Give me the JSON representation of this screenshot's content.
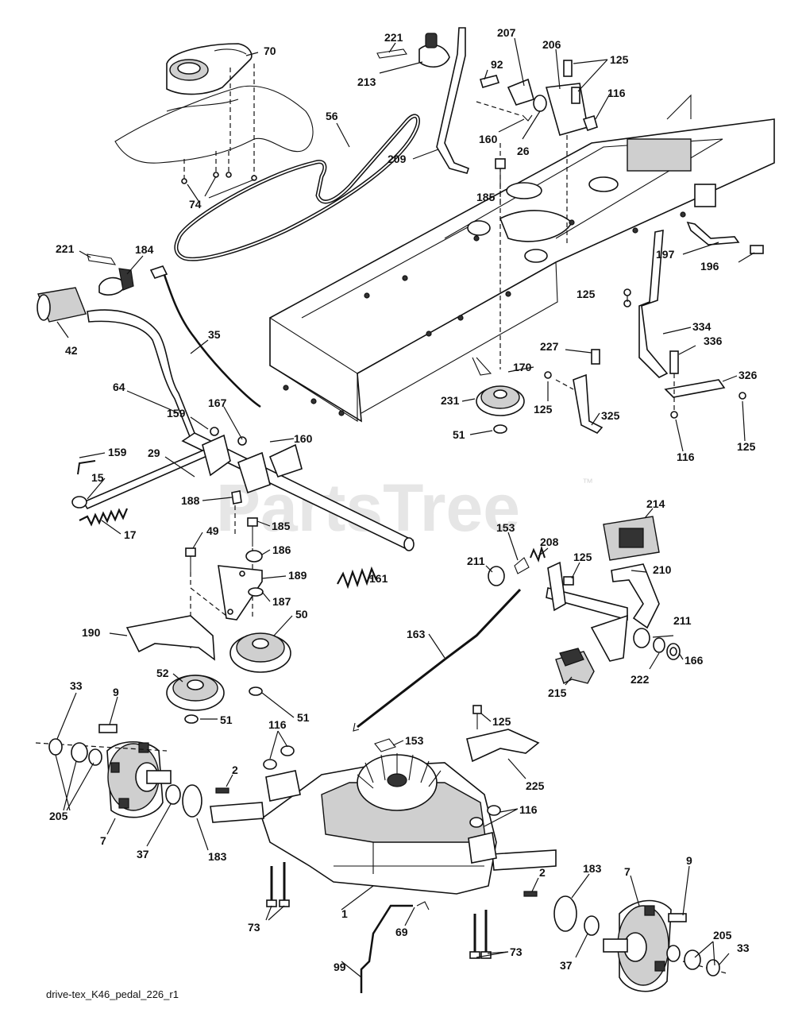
{
  "diagram": {
    "watermark": "PartsTree",
    "watermark_tm": "™",
    "footer": "drive-tex_K46_pedal_226_r1",
    "labels": [
      "70",
      "221",
      "213",
      "207",
      "92",
      "206",
      "125",
      "116",
      "56",
      "74",
      "160",
      "26",
      "209",
      "185",
      "197",
      "196",
      "221",
      "184",
      "42",
      "35",
      "64",
      "159",
      "167",
      "160",
      "29",
      "15",
      "17",
      "159",
      "188",
      "185",
      "49",
      "186",
      "189",
      "161",
      "187",
      "190",
      "50",
      "52",
      "51",
      "51",
      "33",
      "9",
      "205",
      "7",
      "37",
      "183",
      "116",
      "2",
      "153",
      "125",
      "225",
      "116",
      "73",
      "1",
      "69",
      "99",
      "73",
      "2",
      "183",
      "7",
      "9",
      "205",
      "37",
      "33",
      "125",
      "334",
      "336",
      "326",
      "227",
      "170",
      "231",
      "125",
      "325",
      "51",
      "116",
      "125",
      "214",
      "153",
      "208",
      "211",
      "125",
      "210",
      "211",
      "163",
      "222",
      "166",
      "215"
    ]
  }
}
